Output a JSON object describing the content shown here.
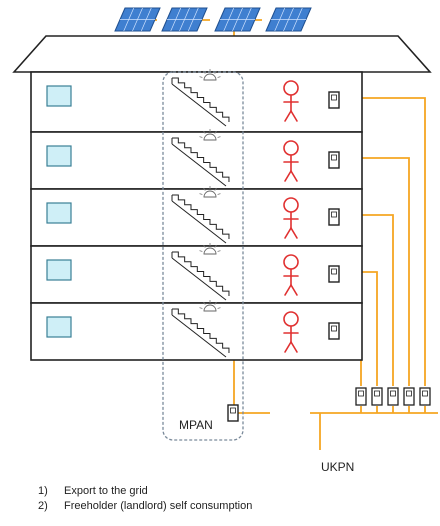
{
  "labels": {
    "mpan": "MPAN",
    "ukpn": "UKPN"
  },
  "legend": [
    {
      "number": "1)",
      "text": "Export to the grid"
    },
    {
      "number": "2)",
      "text": "Freeholder (landlord) self consumption"
    }
  ],
  "building": {
    "floors": 5,
    "solar_panels": 4
  },
  "colors": {
    "wire": "#f5a623",
    "window_fill": "#cfeff7",
    "window_stroke": "#3a7f95",
    "panel": "#3f7fd0",
    "person": "#e03030",
    "outline": "#222222",
    "enclosure": "#7a8a9a"
  },
  "icons": [
    "solar-panel-icon",
    "window-icon",
    "staircase-icon",
    "ceiling-light-icon",
    "person-icon",
    "electricity-meter-icon"
  ]
}
